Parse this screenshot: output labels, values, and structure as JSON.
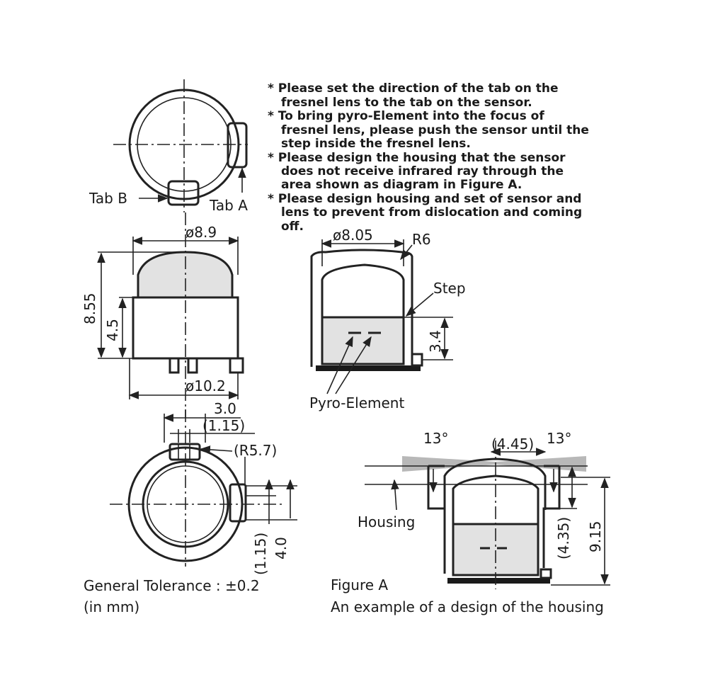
{
  "notes": [
    "* Please set the direction of the tab on the",
    "fresnel lens to the tab on the sensor.",
    "* To bring pyro-Element into the focus of",
    "fresnel lens, please push the sensor until the",
    "step inside the fresnel lens.",
    "* Please design the housing that the sensor",
    "does not receive infrared ray through the",
    "area shown as diagram in Figure A.",
    "* Please design housing and set of sensor and",
    "lens to prevent from dislocation and coming",
    "off."
  ],
  "labels": {
    "tab_b": "Tab B",
    "tab_a": "Tab A",
    "dia_8_9": "ø8.9",
    "h_8_55": "8.55",
    "h_4_5": "4.5",
    "dia_10_2": "ø10.2",
    "dia_8_05": "ø8.05",
    "r6": "R6",
    "step": "Step",
    "h_3_4": "3.4",
    "pyro": "Pyro-Element",
    "w_3_0": "3.0",
    "w_1_15": "(1.15)",
    "r5_7": "(R5.7)",
    "v_1_15": "(1.15)",
    "v_4_0": "4.0",
    "deg1": "13°",
    "w_4_45": "(4.45)",
    "deg2": "13°",
    "housing": "Housing",
    "v_4_35": "(4.35)",
    "v_9_15": "9.15",
    "tolerance": "General Tolerance : ±0.2",
    "units": "(in mm)",
    "fig_title": "Figure A",
    "fig_caption": "An example of a design of the housing"
  }
}
